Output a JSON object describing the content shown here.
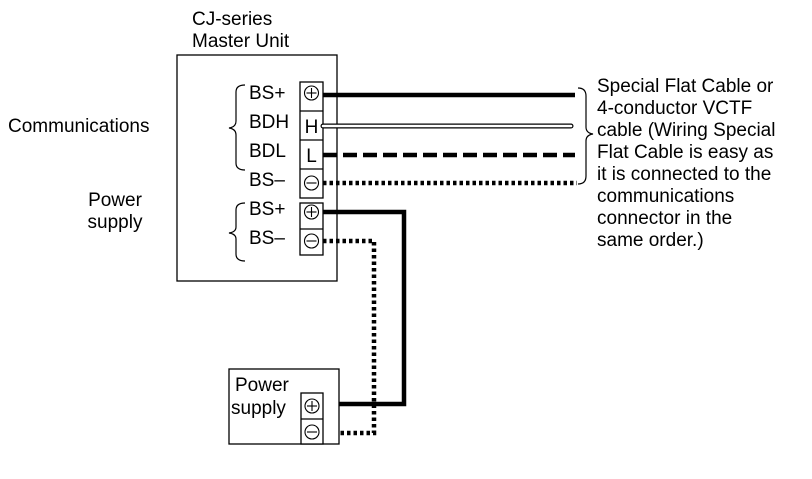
{
  "master_unit": {
    "title_line1": "CJ-series",
    "title_line2": "Master Unit"
  },
  "groups": {
    "communications": "Communications",
    "power_line1": "Power",
    "power_line2": "supply"
  },
  "terminals": [
    {
      "label": "BS+",
      "symbol": "plus"
    },
    {
      "label": "BDH",
      "symbol": "H"
    },
    {
      "label": "BDL",
      "symbol": "L"
    },
    {
      "label": "BS–",
      "symbol": "minus"
    },
    {
      "label": "BS+",
      "symbol": "plus"
    },
    {
      "label": "BS–",
      "symbol": "minus"
    }
  ],
  "cable_note": [
    "Special Flat Cable or",
    "4-conductor VCTF",
    "cable (Wiring Special",
    "Flat Cable is easy as",
    "it is connected to the",
    "communications",
    "connector in the",
    "same order.)"
  ],
  "power_supply_box": {
    "line1": "Power",
    "line2": "supply"
  }
}
